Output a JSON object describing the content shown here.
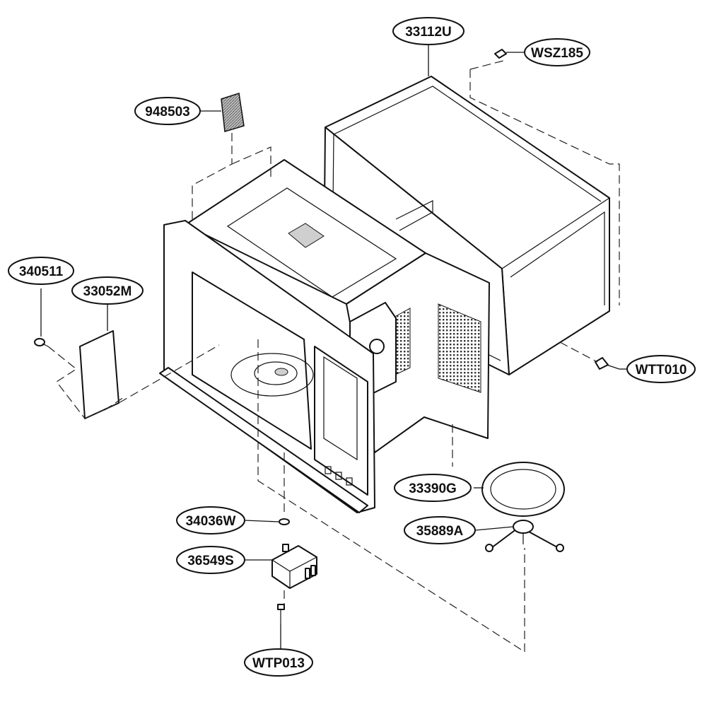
{
  "diagram": {
    "type": "exploded-parts-view",
    "callouts": [
      {
        "id": "outer-case",
        "label": "33112U"
      },
      {
        "id": "case-screw",
        "label": "WSZ185"
      },
      {
        "id": "insulation-pad",
        "label": "948503"
      },
      {
        "id": "holder",
        "label": "340511"
      },
      {
        "id": "cover-plate",
        "label": "33052M"
      },
      {
        "id": "rear-screw",
        "label": "WTT010"
      },
      {
        "id": "roller-ring",
        "label": "33390G"
      },
      {
        "id": "coupler",
        "label": "35889A"
      },
      {
        "id": "washer",
        "label": "34036W"
      },
      {
        "id": "turntable-motor",
        "label": "36549S"
      },
      {
        "id": "motor-screw",
        "label": "WTP013"
      }
    ]
  }
}
